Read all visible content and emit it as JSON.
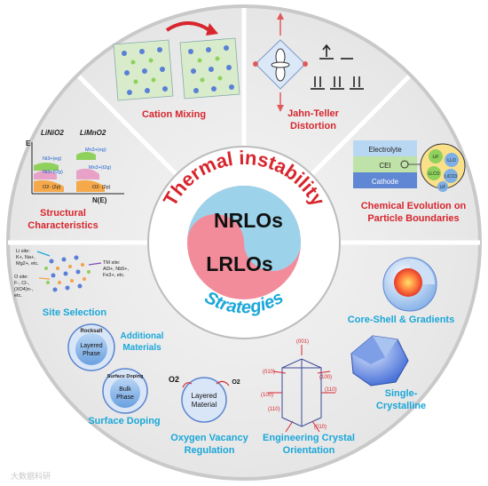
{
  "center": {
    "top_word": "NRLOs",
    "bottom_word": "LRLOs",
    "ring_top": "Thermal instability",
    "ring_bottom": "Strategies"
  },
  "top_sectors": [
    {
      "label": "Cation Mixing"
    },
    {
      "label_lines": [
        "Jahn-Teller",
        "Distortion"
      ]
    },
    {
      "label_lines": [
        "Chemical Evolution on",
        "Particle Boundaries"
      ]
    },
    {
      "label_lines": [
        "Structural",
        "Characteristics"
      ]
    }
  ],
  "structural_panel": {
    "left_title": "LiNiO2",
    "right_title": "LiMnO2",
    "axis_e": "E",
    "axis_n": "N(E)",
    "left_levels": [
      "Ni3+(eg)",
      "Ni3+(t2g)",
      "O2- (2p)"
    ],
    "right_levels": [
      "Mn3+(eg)",
      "Mn3+(t2g)",
      "O2- (2p)"
    ]
  },
  "cei_panel": {
    "layers": [
      "Electrolyte",
      "CEI",
      "Cathode"
    ],
    "particles": [
      "LiF",
      "LLO",
      "LLCO",
      "LiCO3",
      "LiF"
    ]
  },
  "strategies": {
    "site_selection": {
      "label": "Site Selection",
      "li_site": [
        "Li site:",
        "K+, Na+,",
        "Mg2+, etc."
      ],
      "tm_site": [
        "TM site:",
        "Al3+, Nb5+,",
        "Fe3+, etc."
      ],
      "o_site": [
        "O site:",
        "F-, Cl-,",
        "(XO4)n-,",
        "etc."
      ]
    },
    "additional_materials": {
      "label_lines": [
        "Additional",
        "Materials"
      ],
      "shell": "Rocksalt",
      "core_lines": [
        "Layered",
        "Phase"
      ]
    },
    "surface_doping": {
      "label": "Surface Doping",
      "shell": "Surface Doping",
      "core_lines": [
        "Bulk",
        "Phase"
      ]
    },
    "oxygen_vacancy": {
      "label_lines": [
        "Oxygen Vacancy",
        "Regulation"
      ],
      "core_lines": [
        "Layered",
        "Material"
      ],
      "o2": "O2"
    },
    "core_shell": {
      "label": "Core-Shell & Gradients"
    },
    "single_crystalline": {
      "label_lines": [
        "Single-",
        "Crystalline"
      ]
    },
    "crystal_orientation": {
      "label_lines": [
        "Engineering Crystal",
        "Orientation"
      ],
      "planes": [
        "(001)",
        "(100)",
        "(010)",
        "(110)",
        "(100)",
        "(010)",
        "(110)"
      ]
    }
  },
  "watermark": "大数据科研",
  "colors": {
    "red": "#d7262e",
    "blue": "#1aa7d9",
    "pink": "#f28c9b",
    "lightblue": "#9cd3ea"
  }
}
